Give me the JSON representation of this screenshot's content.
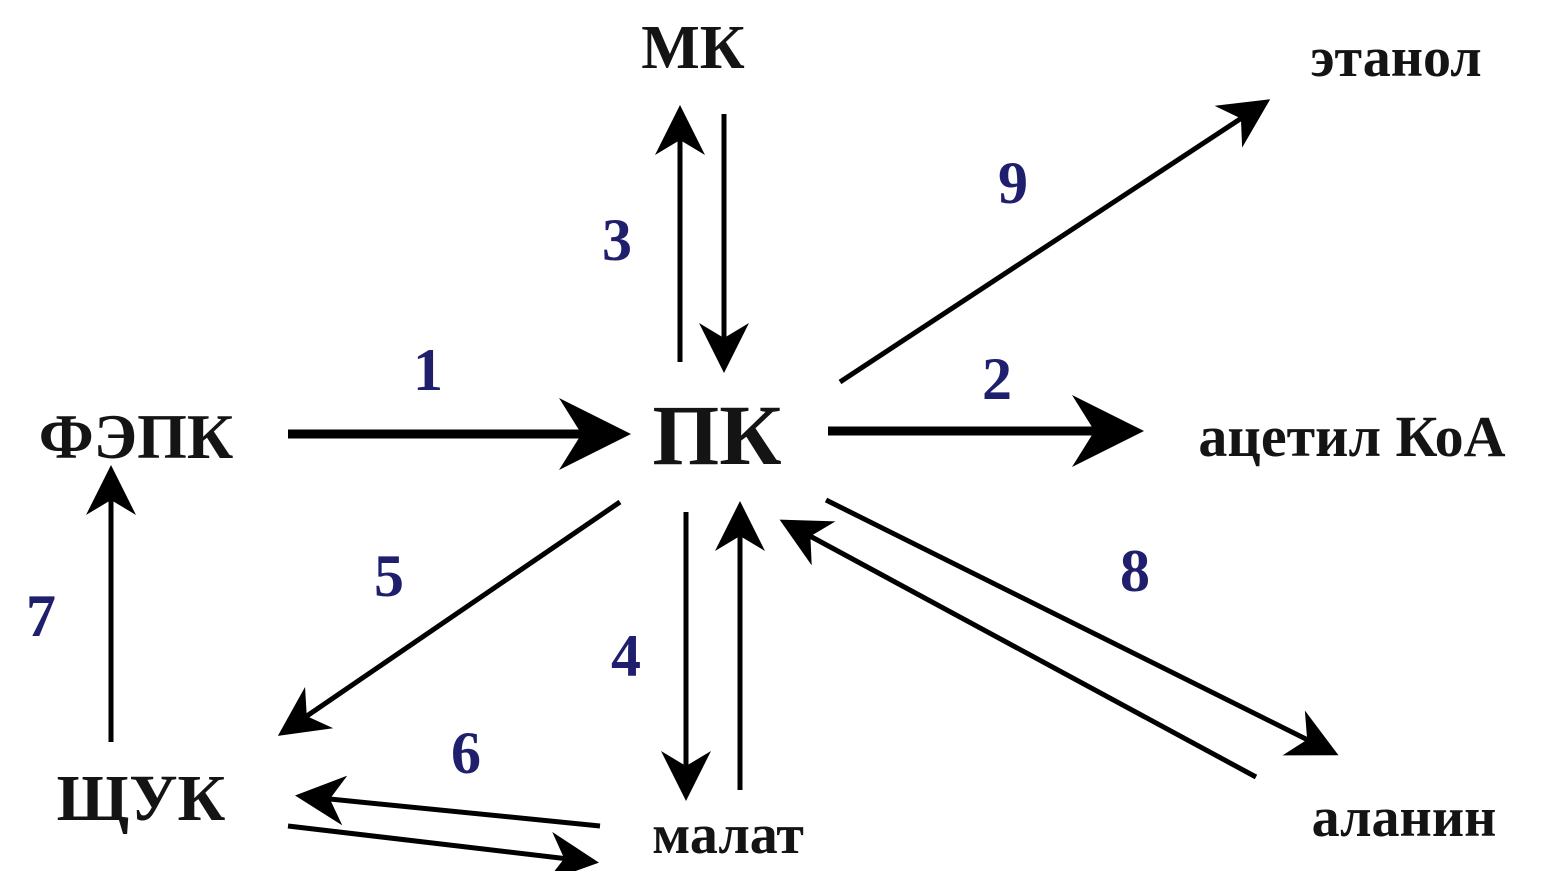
{
  "colors": {
    "text": "#141414",
    "numbers": "#1f1f6e",
    "arrows": "#000000",
    "background": "#ffffff"
  },
  "nodes": {
    "mk": "МК",
    "ethanol": "этанол",
    "fepk": "ФЭПК",
    "pk": "ПК",
    "acetyl_coa": "ацетил КоА",
    "shchuk": "ЩУК",
    "malate": "малат",
    "alanine": "аланин"
  },
  "steps": {
    "s1": "1",
    "s2": "2",
    "s3": "3",
    "s4": "4",
    "s5": "5",
    "s6": "6",
    "s7": "7",
    "s8": "8",
    "s9": "9"
  },
  "edges": [
    {
      "from": "fepk",
      "to": "pk",
      "step": "1"
    },
    {
      "from": "pk",
      "to": "acetyl_coa",
      "step": "2"
    },
    {
      "from": "pk",
      "to": "mk",
      "step": "3"
    },
    {
      "from": "mk",
      "to": "pk",
      "step": "3"
    },
    {
      "from": "pk",
      "to": "malate",
      "step": "4"
    },
    {
      "from": "malate",
      "to": "pk",
      "step": "4"
    },
    {
      "from": "pk",
      "to": "shchuk",
      "step": "5"
    },
    {
      "from": "malate",
      "to": "shchuk",
      "step": "6"
    },
    {
      "from": "shchuk",
      "to": "malate",
      "step": "6"
    },
    {
      "from": "shchuk",
      "to": "fepk",
      "step": "7"
    },
    {
      "from": "pk",
      "to": "alanine",
      "step": "8"
    },
    {
      "from": "alanine",
      "to": "pk",
      "step": "8"
    },
    {
      "from": "pk",
      "to": "ethanol",
      "step": "9"
    }
  ]
}
